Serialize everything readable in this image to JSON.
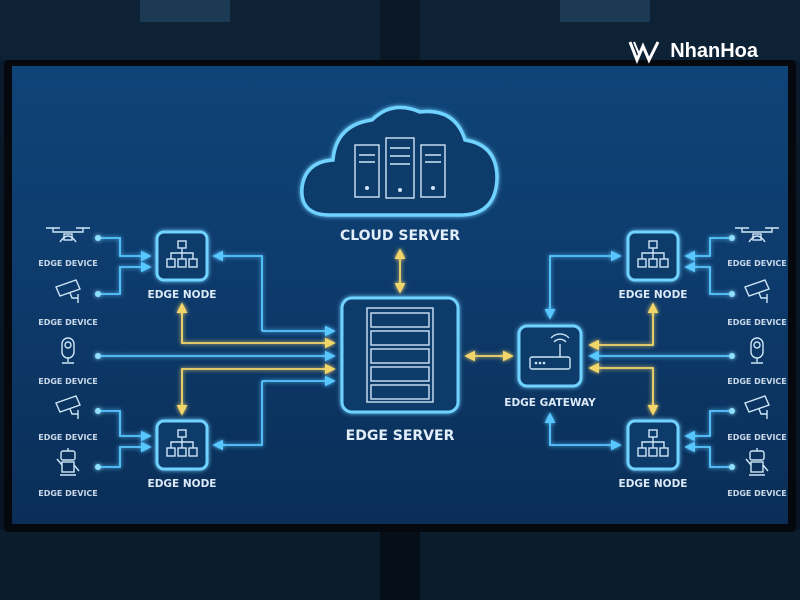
{
  "brand": {
    "name": "NhanHoa"
  },
  "diagram": {
    "cloud_label": "CLOUD SERVER",
    "server_label": "EDGE SERVER",
    "gateway_label": "EDGE GATEWAY",
    "nodes": [
      {
        "label": "EDGE NODE"
      },
      {
        "label": "EDGE NODE"
      },
      {
        "label": "EDGE NODE"
      },
      {
        "label": "EDGE NODE"
      }
    ],
    "left_devices": [
      {
        "label": "EDGE DEVICE",
        "icon": "drone-icon"
      },
      {
        "label": "EDGE DEVICE",
        "icon": "security-camera-icon"
      },
      {
        "label": "EDGE DEVICE",
        "icon": "smart-camera-icon"
      },
      {
        "label": "EDGE DEVICE",
        "icon": "security-camera-icon"
      },
      {
        "label": "EDGE DEVICE",
        "icon": "robot-icon"
      }
    ],
    "right_devices": [
      {
        "label": "EDGE DEVICE",
        "icon": "drone-icon"
      },
      {
        "label": "EDGE DEVICE",
        "icon": "security-camera-icon"
      },
      {
        "label": "EDGE DEVICE",
        "icon": "smart-camera-icon"
      },
      {
        "label": "EDGE DEVICE",
        "icon": "security-camera-icon"
      },
      {
        "label": "EDGE DEVICE",
        "icon": "robot-icon"
      }
    ],
    "colors": {
      "data_link": "#58c6ff",
      "control_link": "#f2d66a",
      "screen": "#0d3a6b"
    }
  }
}
